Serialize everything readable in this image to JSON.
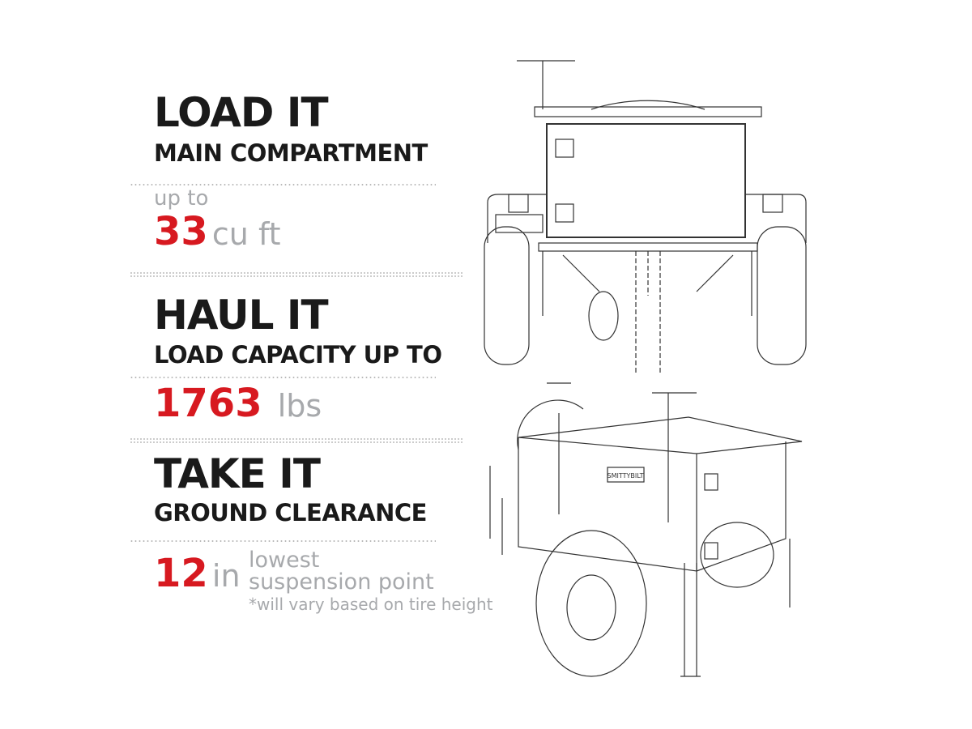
{
  "sections": [
    {
      "title": "LOAD IT",
      "subtitle": "MAIN COMPARTMENT",
      "prefix": "up to",
      "value": "33",
      "unit": "cu ft"
    },
    {
      "title": "HAUL IT",
      "subtitle": "LOAD CAPACITY UP TO",
      "value": "1763",
      "unit": "lbs"
    },
    {
      "title": "TAKE IT",
      "subtitle": "GROUND CLEARANCE",
      "value": "12",
      "unit": "in",
      "note_line1": "lowest",
      "note_line2": "suspension point",
      "footnote": "*will vary based on tire height"
    }
  ],
  "logo": "SMITTYBILT",
  "colors": {
    "accent": "#d71920",
    "gray": "#a7a9ac",
    "text": "#1a1a1a"
  }
}
